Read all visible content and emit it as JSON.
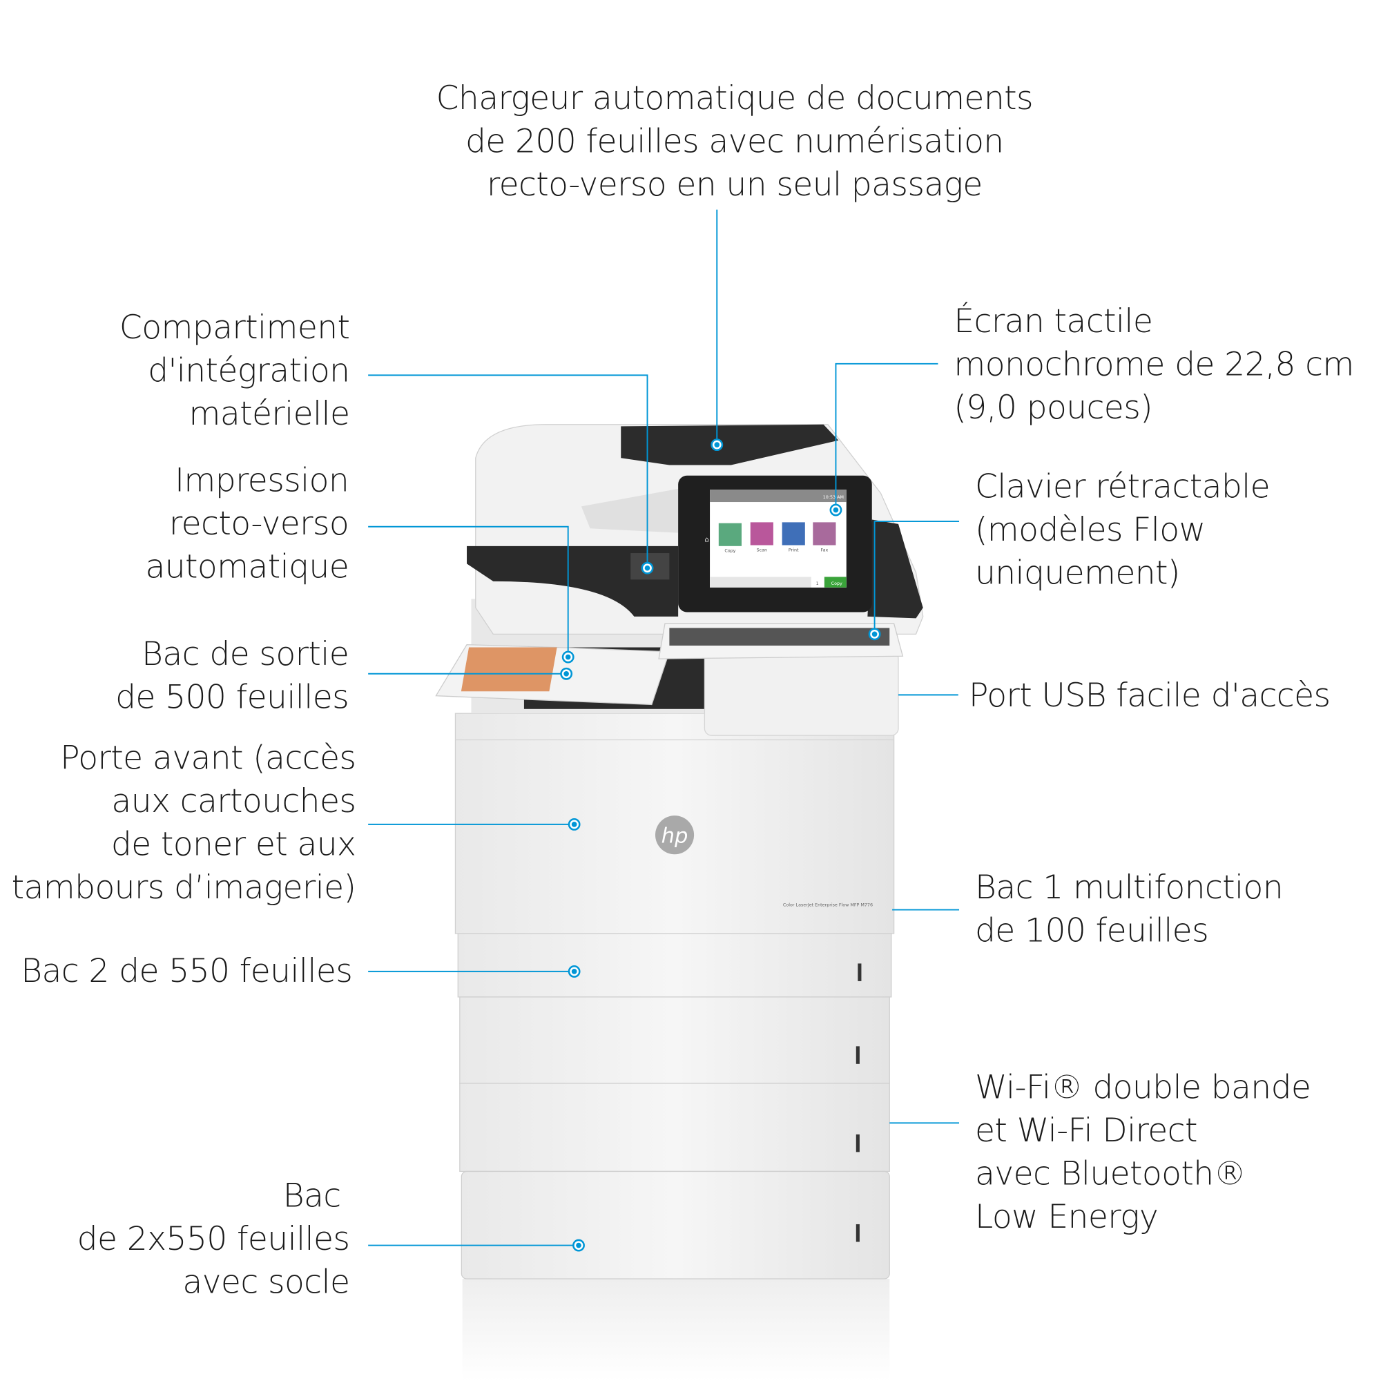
{
  "callouts": {
    "adf": [
      "Chargeur automatique de documents",
      "de 200 feuilles avec numérisation",
      "recto-verso en un seul passage"
    ],
    "hip": [
      "Compartiment",
      "d'intégration",
      "matérielle"
    ],
    "duplex": [
      "Impression",
      "recto-verso",
      "automatique"
    ],
    "output_bin": [
      "Bac de sortie",
      "de 500 feuilles"
    ],
    "front_door": [
      "Porte avant (accès",
      "aux cartouches",
      "de toner et aux",
      "tambours d’imagerie)"
    ],
    "tray2": [
      "Bac 2 de 550 feuilles"
    ],
    "tray_stand": [
      "Bac",
      "de 2x550 feuilles",
      "avec socle"
    ],
    "touchscreen": [
      "Écran tactile",
      "monochrome de 22,8 cm",
      "(9,0 pouces)"
    ],
    "keyboard": [
      "Clavier rétractable",
      "(modèles Flow",
      "uniquement)"
    ],
    "usb": [
      "Port USB facile d'accès"
    ],
    "tray1": [
      "Bac 1 multifonction",
      "de 100 feuilles"
    ],
    "wireless": [
      "Wi-Fi® double bande",
      "et Wi-Fi Direct",
      "avec Bluetooth®",
      "Low Energy"
    ]
  },
  "printer": {
    "model_label": "Color LaserJet Enterprise Flow MFP M776",
    "logo": "hp",
    "screen": {
      "time": "10:53 AM",
      "apps": [
        "Copy",
        "Scan",
        "Print",
        "Fax"
      ],
      "copies": "1",
      "copy_button": "Copy"
    }
  },
  "colors": {
    "accent": "#0096d6",
    "copy": "#5aa97e",
    "scan": "#b9579b",
    "print": "#3f6fb8",
    "fax": "#a86a9c",
    "go": "#3aa33a"
  }
}
